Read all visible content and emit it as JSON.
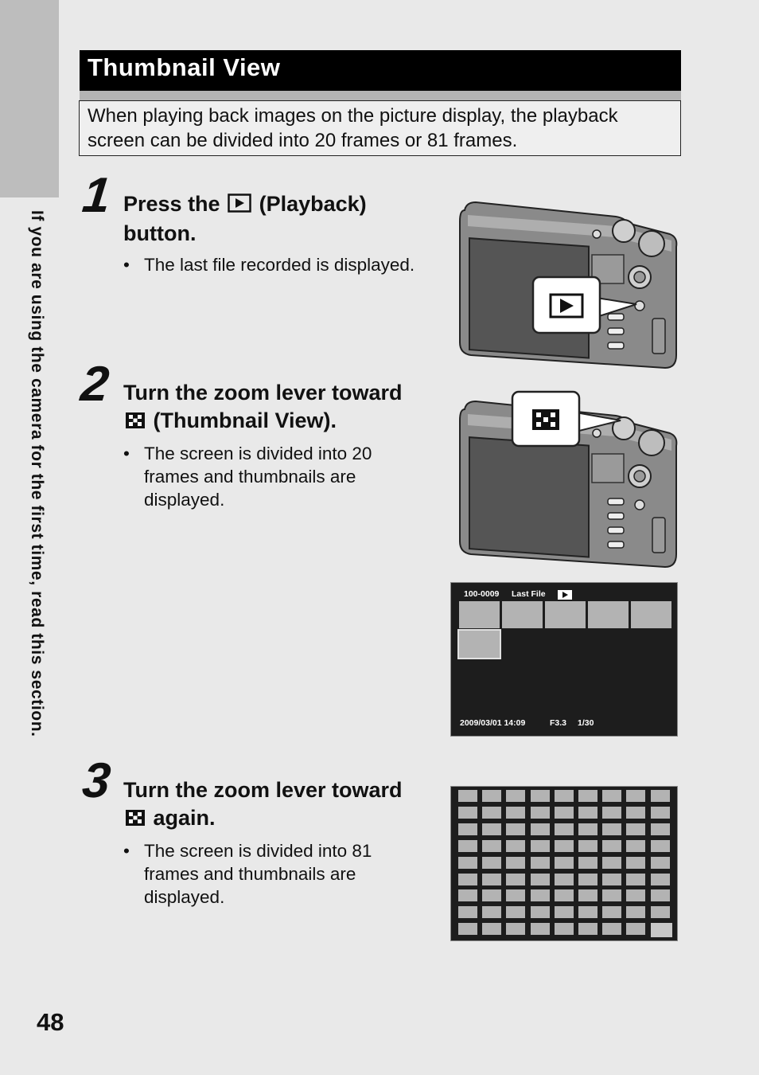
{
  "sidebar": {
    "text": "If you are using the camera for the first time, read this section."
  },
  "section": {
    "title": "Thumbnail View",
    "intro": "When playing back images on the picture display, the playback screen can be divided into 20 frames or 81 frames."
  },
  "steps": [
    {
      "number": "1",
      "head_pre": "Press the",
      "head_post": "(Playback)",
      "head_line2": "button.",
      "icon": "playback-icon",
      "bullets": [
        "The last file recorded is displayed."
      ]
    },
    {
      "number": "2",
      "head_line1": "Turn the zoom lever toward",
      "head_post": "(Thumbnail View).",
      "icon": "thumbnail-view-icon",
      "bullets": [
        "The screen is divided into 20 frames and thumbnails are displayed."
      ],
      "bullet_lines": [
        "The screen is divided into 20",
        "frames and thumbnails are",
        "displayed."
      ]
    },
    {
      "number": "3",
      "head_line1": "Turn the zoom lever toward",
      "head_post": "again.",
      "icon": "thumbnail-view-icon",
      "bullets": [
        "The screen is divided into 81 frames and thumbnails are displayed."
      ],
      "bullet_lines": [
        "The screen is divided into 81",
        "frames and thumbnails are",
        "displayed."
      ]
    }
  ],
  "screen20": {
    "file_no": "100-0009",
    "last_file": "Last File",
    "datetime": "2009/03/01 14:09",
    "aperture": "F3.3",
    "shutter": "1/30",
    "grid": "20 frames"
  },
  "screen81": {
    "grid": "81 frames"
  },
  "page": {
    "number": "48"
  },
  "colors": {
    "title_bar": "#000000",
    "title_text": "#ffffff",
    "side_tab": "#bdbdbd",
    "page_bg": "#e9e9e9",
    "screen_bg": "#1d1d1d",
    "thumb": "#b3b3b3"
  }
}
